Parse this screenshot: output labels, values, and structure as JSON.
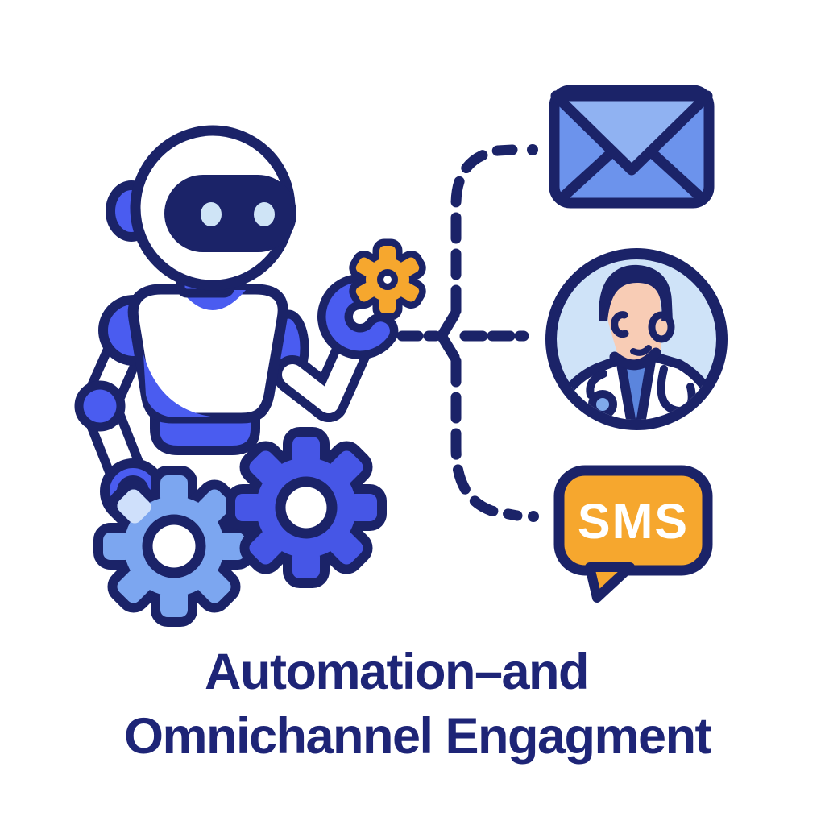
{
  "title": {
    "line1": "Automation–and",
    "line2": "Omnichannel Engagment"
  },
  "sms": {
    "label": "SMS"
  },
  "illustration": {
    "subject": "robot-with-gears",
    "channels": [
      {
        "icon": "email-envelope-icon"
      },
      {
        "icon": "doctor-avatar-icon"
      },
      {
        "icon": "sms-bubble-icon"
      }
    ]
  },
  "colors": {
    "bg": "#ffffff",
    "navy": "#1b2368",
    "navyText": "#1e2577",
    "robotBlue": "#4a5cf0",
    "gearRoyal": "#4656e6",
    "gearLight": "#7ca6f0",
    "paleTooth": "#cfe0fb",
    "envBody": "#6c93ec",
    "envFlap": "#90b2f2",
    "avatarBg": "#cfe3f8",
    "eye": "#cfe4f6",
    "orange": "#f6a72e",
    "skin": "#f8ccb5",
    "shirt": "#5b85dd",
    "steth": "#7fa9ea",
    "white": "#ffffff"
  }
}
